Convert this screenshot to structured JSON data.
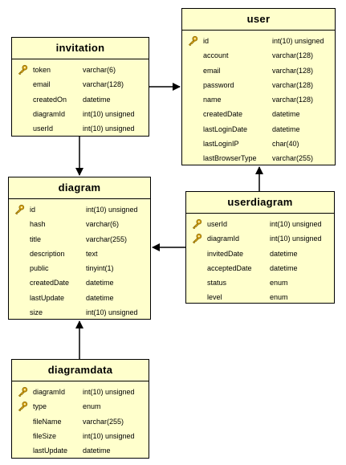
{
  "colors": {
    "entity_fill": "#ffffcc",
    "border": "#000000",
    "key_icon": "#d4a017"
  },
  "entities": {
    "invitation": {
      "title": "invitation",
      "columns": [
        {
          "name": "token",
          "type": "varchar(6)",
          "key": true
        },
        {
          "name": "email",
          "type": "varchar(128)",
          "key": false
        },
        {
          "name": "createdOn",
          "type": "datetime",
          "key": false
        },
        {
          "name": "diagramId",
          "type": "int(10) unsigned",
          "key": false
        },
        {
          "name": "userId",
          "type": "int(10) unsigned",
          "key": false
        }
      ]
    },
    "user": {
      "title": "user",
      "columns": [
        {
          "name": "id",
          "type": "int(10) unsigned",
          "key": true
        },
        {
          "name": "account",
          "type": "varchar(128)",
          "key": false
        },
        {
          "name": "email",
          "type": "varchar(128)",
          "key": false
        },
        {
          "name": "password",
          "type": "varchar(128)",
          "key": false
        },
        {
          "name": "name",
          "type": "varchar(128)",
          "key": false
        },
        {
          "name": "createdDate",
          "type": "datetime",
          "key": false
        },
        {
          "name": "lastLoginDate",
          "type": "datetime",
          "key": false
        },
        {
          "name": "lastLoginIP",
          "type": "char(40)",
          "key": false
        },
        {
          "name": "lastBrowserType",
          "type": "varchar(255)",
          "key": false
        }
      ]
    },
    "diagram": {
      "title": "diagram",
      "columns": [
        {
          "name": "id",
          "type": "int(10) unsigned",
          "key": true
        },
        {
          "name": "hash",
          "type": "varchar(6)",
          "key": false
        },
        {
          "name": "title",
          "type": "varchar(255)",
          "key": false
        },
        {
          "name": "description",
          "type": "text",
          "key": false
        },
        {
          "name": "public",
          "type": "tinyint(1)",
          "key": false
        },
        {
          "name": "createdDate",
          "type": "datetime",
          "key": false
        },
        {
          "name": "lastUpdate",
          "type": "datetime",
          "key": false
        },
        {
          "name": "size",
          "type": "int(10) unsigned",
          "key": false
        }
      ]
    },
    "userdiagram": {
      "title": "userdiagram",
      "columns": [
        {
          "name": "userId",
          "type": "int(10) unsigned",
          "key": true
        },
        {
          "name": "diagramId",
          "type": "int(10) unsigned",
          "key": true
        },
        {
          "name": "invitedDate",
          "type": "datetime",
          "key": false
        },
        {
          "name": "acceptedDate",
          "type": "datetime",
          "key": false
        },
        {
          "name": "status",
          "type": "enum",
          "key": false
        },
        {
          "name": "level",
          "type": "enum",
          "key": false
        }
      ]
    },
    "diagramdata": {
      "title": "diagramdata",
      "columns": [
        {
          "name": "diagramId",
          "type": "int(10) unsigned",
          "key": true
        },
        {
          "name": "type",
          "type": "enum",
          "key": true
        },
        {
          "name": "fileName",
          "type": "varchar(255)",
          "key": false
        },
        {
          "name": "fileSize",
          "type": "int(10) unsigned",
          "key": false
        },
        {
          "name": "lastUpdate",
          "type": "datetime",
          "key": false
        }
      ]
    }
  },
  "relationships": [
    {
      "from": "invitation",
      "to": "user"
    },
    {
      "from": "invitation",
      "to": "diagram"
    },
    {
      "from": "userdiagram",
      "to": "user"
    },
    {
      "from": "userdiagram",
      "to": "diagram"
    },
    {
      "from": "diagramdata",
      "to": "diagram"
    }
  ]
}
